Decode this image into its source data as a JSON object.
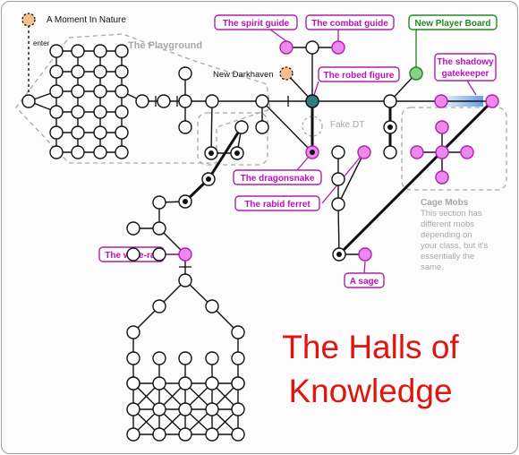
{
  "map": {
    "title_line1": "The Halls of",
    "title_line2": "Knowledge",
    "colors": {
      "title": "#e0150f",
      "mob_fill": "#ee88ee",
      "mob_stroke": "#aa22aa",
      "mob_label_text": "#bb11bb",
      "board_stroke": "#228822",
      "board_fill": "#8ad08a",
      "portal_fill": "#f6c08e",
      "zone_text": "#a8a8a8",
      "room_stroke": "#111111",
      "exit_arrow": "#4a90e2"
    }
  },
  "labels": {
    "moment_in_nature": "A Moment In Nature",
    "enter": "enter",
    "new_darkhaven": "New Darkhaven",
    "playground": "The Playground",
    "fake_dt": "Fake DT"
  },
  "mobs": {
    "spirit_guide": "The spirit guide",
    "combat_guide": "The combat guide",
    "robed_figure": "The robed figure",
    "shadowy_line1": "The shadowy",
    "shadowy_line2": "gatekeeper",
    "dragonsnake": "The dragonsnake",
    "rabid_ferret": "The rabid ferret",
    "were_rat": "The were-rat",
    "sage": "A sage"
  },
  "board": {
    "label": "New Player Board"
  },
  "cage": {
    "title": "Cage Mobs",
    "line1": "This section has",
    "line2": "different mobs",
    "line3": "depending on",
    "line4": "your class, but it's",
    "line5": "essentially the",
    "line6": "same."
  }
}
